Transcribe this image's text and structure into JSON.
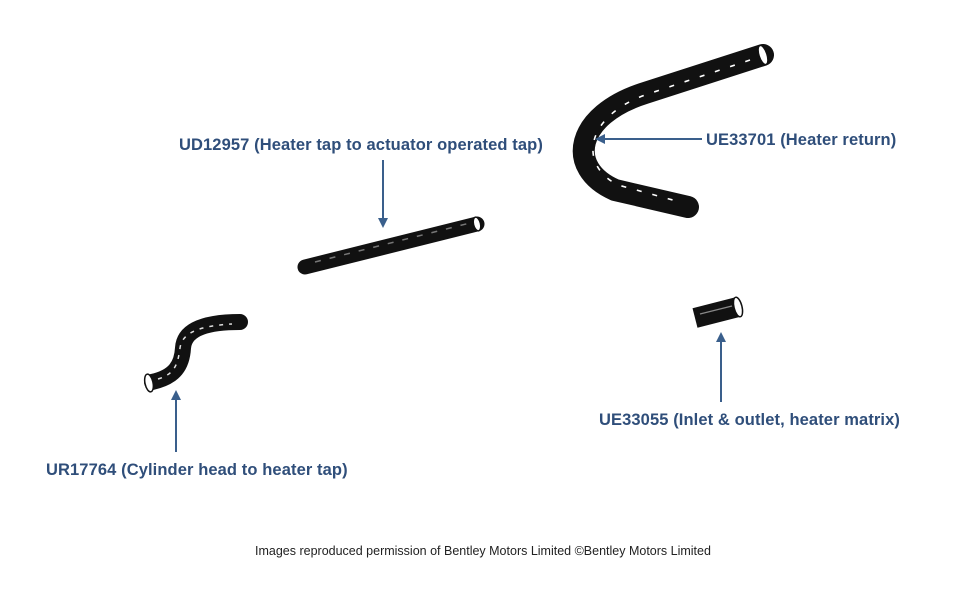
{
  "parts": [
    {
      "id": "ud12957",
      "label": "UD12957 (Heater tap to actuator operated tap)"
    },
    {
      "id": "ue33701",
      "label": "UE33701 (Heater return)"
    },
    {
      "id": "ue33055",
      "label": "UE33055 (Inlet & outlet, heater matrix)"
    },
    {
      "id": "ur17764",
      "label": "UR17764 (Cylinder head to heater tap)"
    }
  ],
  "credit": "Images reproduced permission of Bentley Motors Limited ©Bentley Motors Limited",
  "colors": {
    "label": "#2f4e7a",
    "arrow": "#3a5f8c",
    "hose": "#111111"
  }
}
